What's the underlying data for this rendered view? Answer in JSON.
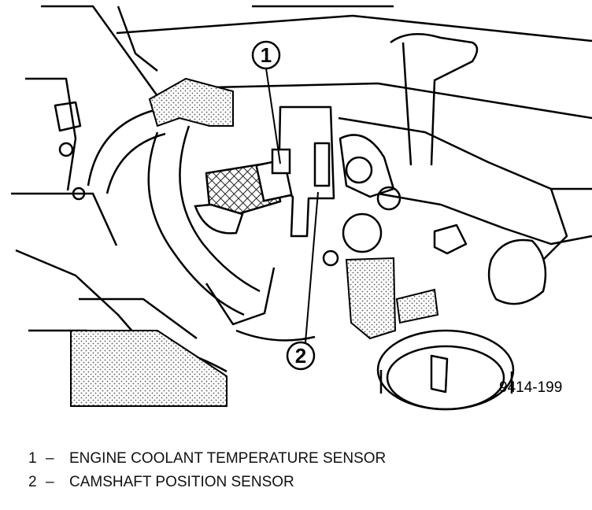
{
  "diagram": {
    "callouts": [
      {
        "number": "1"
      },
      {
        "number": "2"
      }
    ],
    "figure_code": "9414-199"
  },
  "legend": [
    {
      "number": "1",
      "dash": "–",
      "label": "ENGINE COOLANT TEMPERATURE SENSOR"
    },
    {
      "number": "2",
      "dash": "–",
      "label": "CAMSHAFT POSITION SENSOR"
    }
  ]
}
